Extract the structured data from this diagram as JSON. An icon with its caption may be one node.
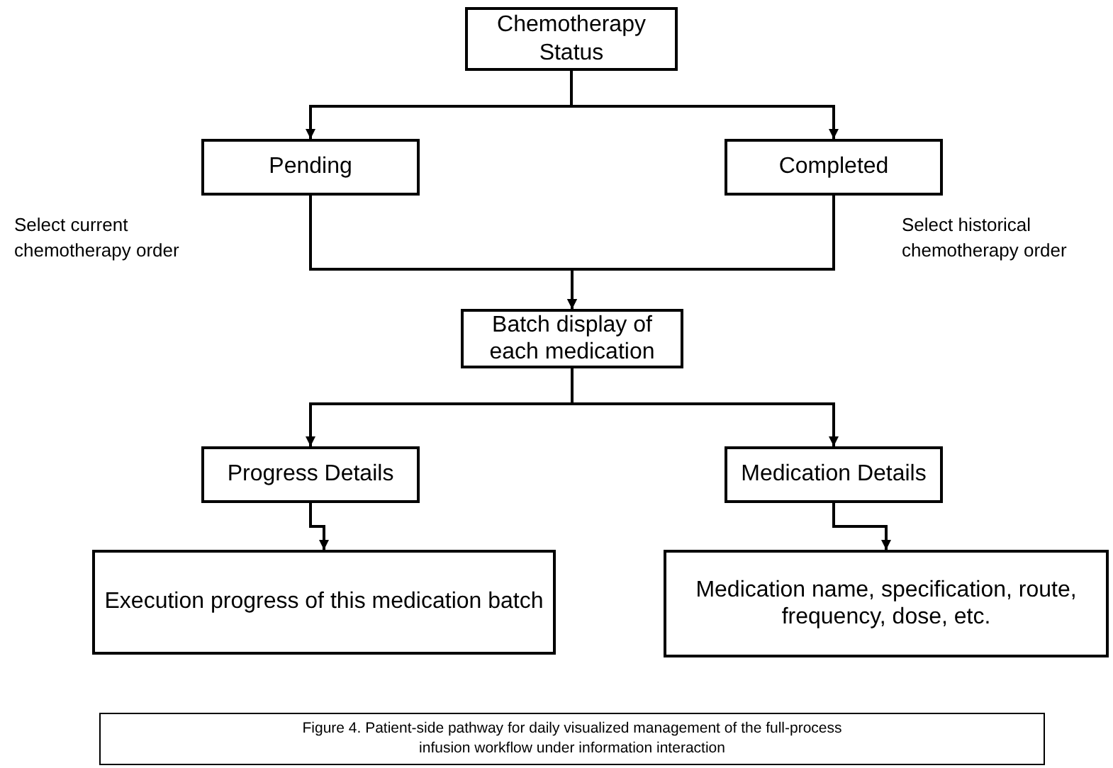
{
  "diagram": {
    "caption": "Figure 4. Patient-side pathway for daily visualized management of the full-process infusion workflow under information interaction",
    "nodes": [
      {
        "text": [
          "Chemotherapy Status"
        ]
      },
      {
        "text": [
          "Pending"
        ],
        "beside": [
          "Select current chemotherapy order"
        ]
      },
      {
        "text": [
          "Completed"
        ],
        "beside": [
          "Select historical chemotherapy order"
        ]
      },
      {
        "text": [
          "Batch display of each medication"
        ]
      },
      {
        "text": [
          "Progress Details"
        ]
      },
      {
        "text": [
          "Medication Details"
        ]
      },
      {
        "text": [
          "Execution progress of this medication batch"
        ]
      },
      {
        "text": [
          "Medication name, specification, route, frequency, dose, etc."
        ]
      }
    ],
    "edges": [
      {
        "from": 0,
        "to": 1,
        "arrow": "to"
      },
      {
        "from": 0,
        "to": 2,
        "arrow": "to"
      },
      {
        "from": 1,
        "to": 3,
        "arrow": "to"
      },
      {
        "from": 2,
        "to": 3,
        "arrow": "to"
      },
      {
        "from": 3,
        "to": 4,
        "arrow": "to"
      },
      {
        "from": 3,
        "to": 5,
        "arrow": "to"
      },
      {
        "from": 4,
        "to": 6,
        "arrow": "to"
      },
      {
        "from": 5,
        "to": 7,
        "arrow": "to"
      }
    ]
  }
}
